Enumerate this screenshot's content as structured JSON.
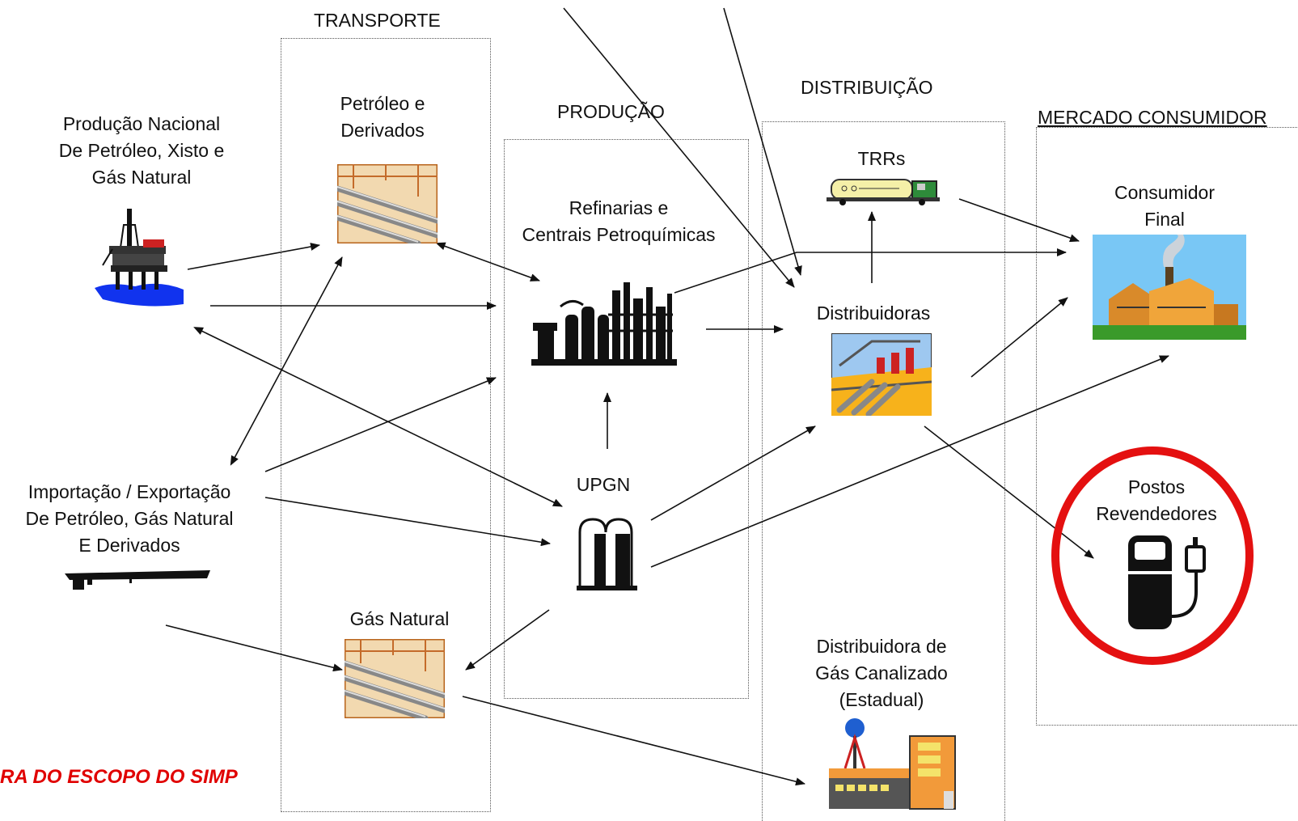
{
  "sections": {
    "transporte": "TRANSPORTE",
    "producao": "PRODUÇÃO",
    "distribuicao": "DISTRIBUIÇÃO",
    "mercado": "MERCADO CONSUMIDOR"
  },
  "nodes": {
    "producao_nacional": [
      "Produção Nacional",
      "De Petróleo, Xisto e",
      "Gás Natural"
    ],
    "petroleo_derivados": [
      "Petróleo e",
      "Derivados"
    ],
    "refinarias": [
      "Refinarias e",
      "Centrais Petroquímicas"
    ],
    "upgn": "UPGN",
    "importacao": [
      "Importação / Exportação",
      "De Petróleo, Gás Natural",
      "E Derivados"
    ],
    "gas_natural": "Gás Natural",
    "trrs": "TRRs",
    "distribuidoras": "Distribuidoras",
    "distribuidora_gas": [
      "Distribuidora de",
      "Gás Canalizado",
      "(Estadual)"
    ],
    "consumidor_final": [
      "Consumidor",
      "Final"
    ],
    "postos": [
      "Postos",
      "Revendedores"
    ]
  },
  "scope_note": "RA DO ESCOPO DO SIMP",
  "colors": {
    "highlight_ring": "#e41010",
    "scope_note": "#e00000"
  }
}
